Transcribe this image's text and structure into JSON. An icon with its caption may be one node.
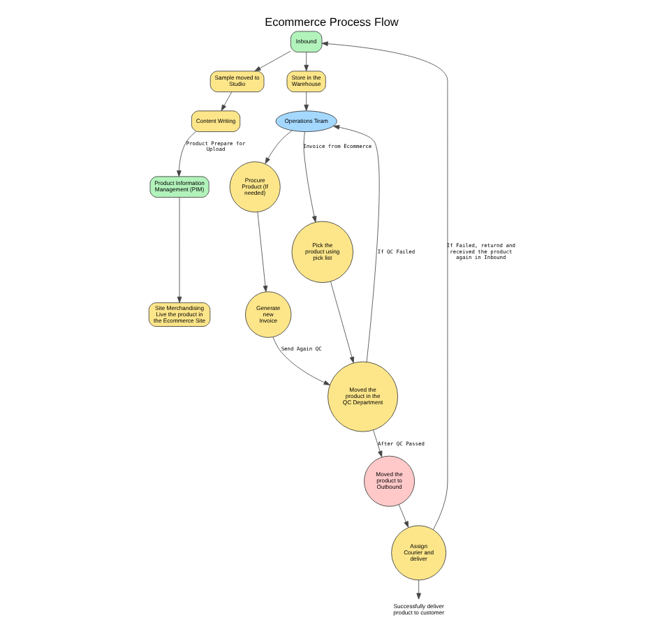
{
  "diagram": {
    "title": "Ecommerce Process Flow",
    "nodes": [
      {
        "text": [
          "Inbound"
        ]
      },
      {
        "text": [
          "Sample moved to Studio"
        ]
      },
      {
        "text": [
          "Content Writing"
        ]
      },
      {
        "text": [
          "Product Information Management (PIM)"
        ]
      },
      {
        "text": [
          "Site Merchandising Live the product in the Ecommerce Site"
        ]
      },
      {
        "text": [
          "Store in the Warehouse"
        ]
      },
      {
        "text": [
          "Operations Team"
        ]
      },
      {
        "text": [
          "Procure Product (If needed)"
        ]
      },
      {
        "text": [
          "Pick the product using pick list"
        ]
      },
      {
        "text": [
          "Generate new Invoice"
        ]
      },
      {
        "text": [
          "Moved the product in the QC Department"
        ]
      },
      {
        "text": [
          "Moved the product to Outbound"
        ]
      },
      {
        "text": [
          "Assign Courier and deliver"
        ]
      },
      {
        "text": [
          "Successfully deliver product to customer"
        ]
      }
    ],
    "edges": [
      {
        "from": 0,
        "to": 1,
        "arrow": "to"
      },
      {
        "from": 1,
        "to": 2,
        "arrow": "to"
      },
      {
        "from": 2,
        "to": 3,
        "arrow": "to",
        "label": "Product Prepare for Upload"
      },
      {
        "from": 3,
        "to": 4,
        "arrow": "to"
      },
      {
        "from": 0,
        "to": 5,
        "arrow": "to"
      },
      {
        "from": 5,
        "to": 6,
        "arrow": "to"
      },
      {
        "from": 6,
        "to": 7,
        "arrow": "to"
      },
      {
        "from": 6,
        "to": 8,
        "arrow": "to",
        "label": "Invoice from Ecommerce"
      },
      {
        "from": 7,
        "to": 9,
        "arrow": "to"
      },
      {
        "from": 8,
        "to": 10,
        "arrow": "to"
      },
      {
        "from": 9,
        "to": 10,
        "arrow": "to",
        "label": "Send Again QC"
      },
      {
        "from": 10,
        "to": 6,
        "arrow": "to",
        "label": "If QC Failed"
      },
      {
        "from": 10,
        "to": 11,
        "arrow": "to",
        "label": "After QC Passed"
      },
      {
        "from": 11,
        "to": 12,
        "arrow": "to"
      },
      {
        "from": 12,
        "to": 13,
        "arrow": "to"
      },
      {
        "from": 12,
        "to": 0,
        "arrow": "to",
        "label": "If Failed, returnd and received the product again in Inbound"
      }
    ]
  }
}
